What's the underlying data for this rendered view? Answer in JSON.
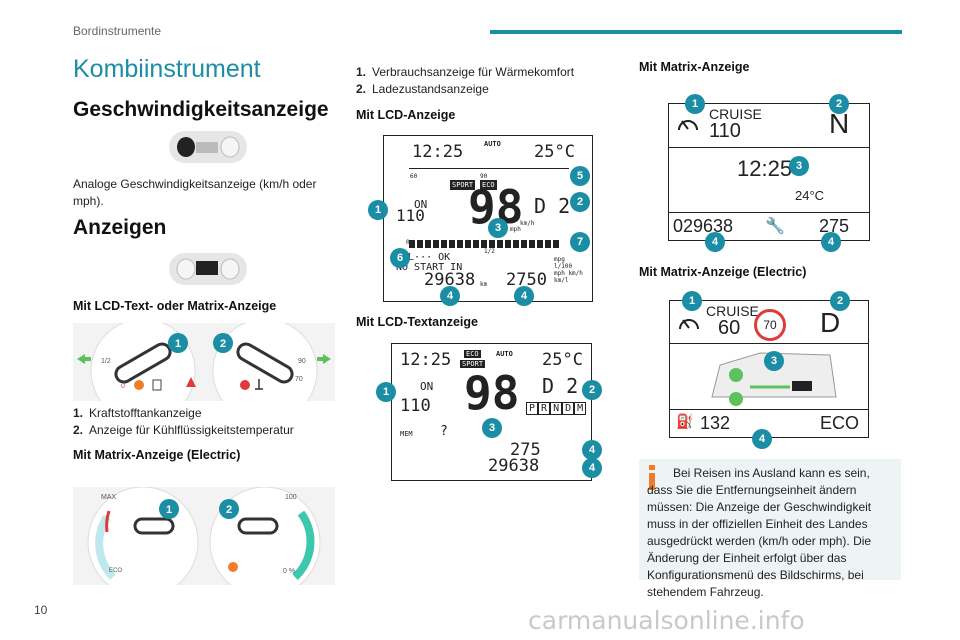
{
  "header": {
    "breadcrumb": "Bordinstrumente"
  },
  "title": "Kombiinstrument",
  "col1": {
    "speed_heading": "Geschwindigkeitsanzeige",
    "speed_text": "Analoge Geschwindigkeitsanzeige (km/h oder mph).",
    "anzeigen_heading": "Anzeigen",
    "lcd_matrix_label": "Mit LCD-Text- oder Matrix-Anzeige",
    "gauge1_list": [
      {
        "num": "1.",
        "text": "Kraftstofftankanzeige"
      },
      {
        "num": "2.",
        "text": "Anzeige für Kühlflüssigkeitstemperatur"
      }
    ],
    "matrix_electric_label": "Mit Matrix-Anzeige (Electric)",
    "gauge_labels": {
      "half": "1/2",
      "left_mark": "0",
      "temp_low": "90",
      "temp_high": "70"
    },
    "ev_labels": {
      "max": "MAX",
      "hundred": "100",
      "eco": "ECO",
      "zero": "0 %"
    }
  },
  "col2": {
    "ev_list": [
      {
        "num": "1.",
        "text": "Verbrauchsanzeige für Wärmekomfort"
      },
      {
        "num": "2.",
        "text": "Ladezustandsanzeige"
      }
    ],
    "lcd_label": "Mit LCD-Anzeige",
    "lcd": {
      "time": "12:25",
      "temp": "25°C",
      "auto": "AUTO",
      "speed": "98",
      "gear": "D 2",
      "sport": "SPORT",
      "eco": "ECO",
      "on": "ON",
      "cruise_speed": "110",
      "kmh": "km/h",
      "mph": "mph",
      "oil": "OIL··· OK",
      "nostart": "NO START IN",
      "odo": "29638",
      "km": "km",
      "trip": "2750",
      "units": "mpg l/100 mph km/h km/l",
      "scale_start": "60",
      "scale_mid": "90",
      "half": "1/2",
      "zero": "0"
    },
    "lcdtext_label": "Mit LCD-Textanzeige",
    "lcdtext": {
      "time": "12:25",
      "eco": "ECO",
      "sport": "SPORT",
      "auto": "AUTO",
      "temp": "25°C",
      "on": "ON",
      "cruise": "110",
      "speed": "98",
      "gear": "D 2",
      "prnd": [
        "P",
        "R",
        "N",
        "D",
        "M"
      ],
      "mem": "MEM",
      "q": "?",
      "trip": "275",
      "odo": "29638"
    }
  },
  "col3": {
    "matrix_label": "Mit Matrix-Anzeige",
    "matrix": {
      "cruise": "CRUISE",
      "cruise_speed": "110",
      "gear": "N",
      "time": "12:25",
      "temp": "24°C",
      "odo": "029638",
      "range": "275"
    },
    "matrix_electric_label": "Mit Matrix-Anzeige (Electric)",
    "electric": {
      "cruise": "CRUISE",
      "cruise_speed": "60",
      "limit": "70",
      "gear": "D",
      "range": "132",
      "mode": "ECO"
    },
    "info_text": "Bei Reisen ins Ausland kann es sein, dass Sie die Entfernungseinheit ändern müssen: Die Anzeige der Geschwindigkeit muss in der offiziellen Einheit des Landes ausgedrückt werden (km/h oder mph). Die Änderung der Einheit erfolgt über das Konfigurationsmenü des Bildschirms, bei stehendem Fahrzeug."
  },
  "footer": {
    "page_number": "10",
    "watermark": "carmanualsonline.info"
  },
  "colors": {
    "accent": "#1b8ea5",
    "orange": "#ef7c2a",
    "red": "#e03a3a",
    "green": "#5dc25d"
  },
  "icons": [
    "cluster-icon",
    "fuel-pump-icon",
    "thermometer-icon",
    "wrench-icon",
    "car-icon",
    "info-icon",
    "speedometer-icon"
  ]
}
